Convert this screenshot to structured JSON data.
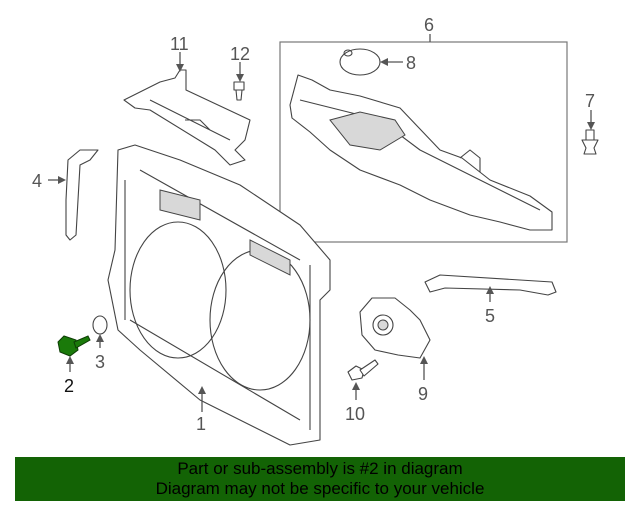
{
  "diagram": {
    "callouts": [
      "1",
      "2",
      "3",
      "4",
      "5",
      "6",
      "7",
      "8",
      "9",
      "10",
      "11",
      "12"
    ],
    "highlighted_part": "2",
    "highlight_color": "#1a7a0a"
  },
  "banner": {
    "line1": "Part or sub-assembly is #2 in diagram",
    "line2": "Diagram may not be specific to your vehicle",
    "background": "#136305"
  }
}
